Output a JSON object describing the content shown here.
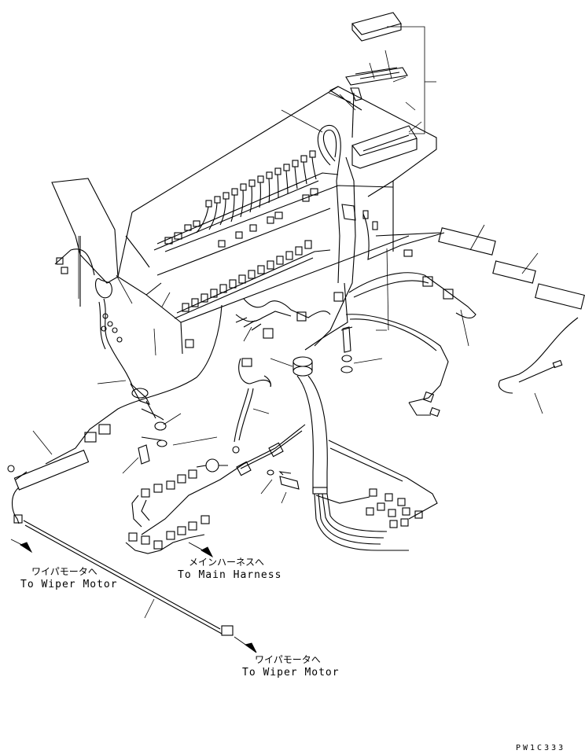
{
  "labels": {
    "wiper_motor_left_jp": "ワイパモータへ",
    "wiper_motor_left_en": "To Wiper Motor",
    "main_harness_jp": "メインハーネスへ",
    "main_harness_en": "To Main Harness",
    "wiper_motor_bottom_jp": "ワイパモータへ",
    "wiper_motor_bottom_en": "To Wiper Motor",
    "drawing_code": "PW1C333"
  }
}
